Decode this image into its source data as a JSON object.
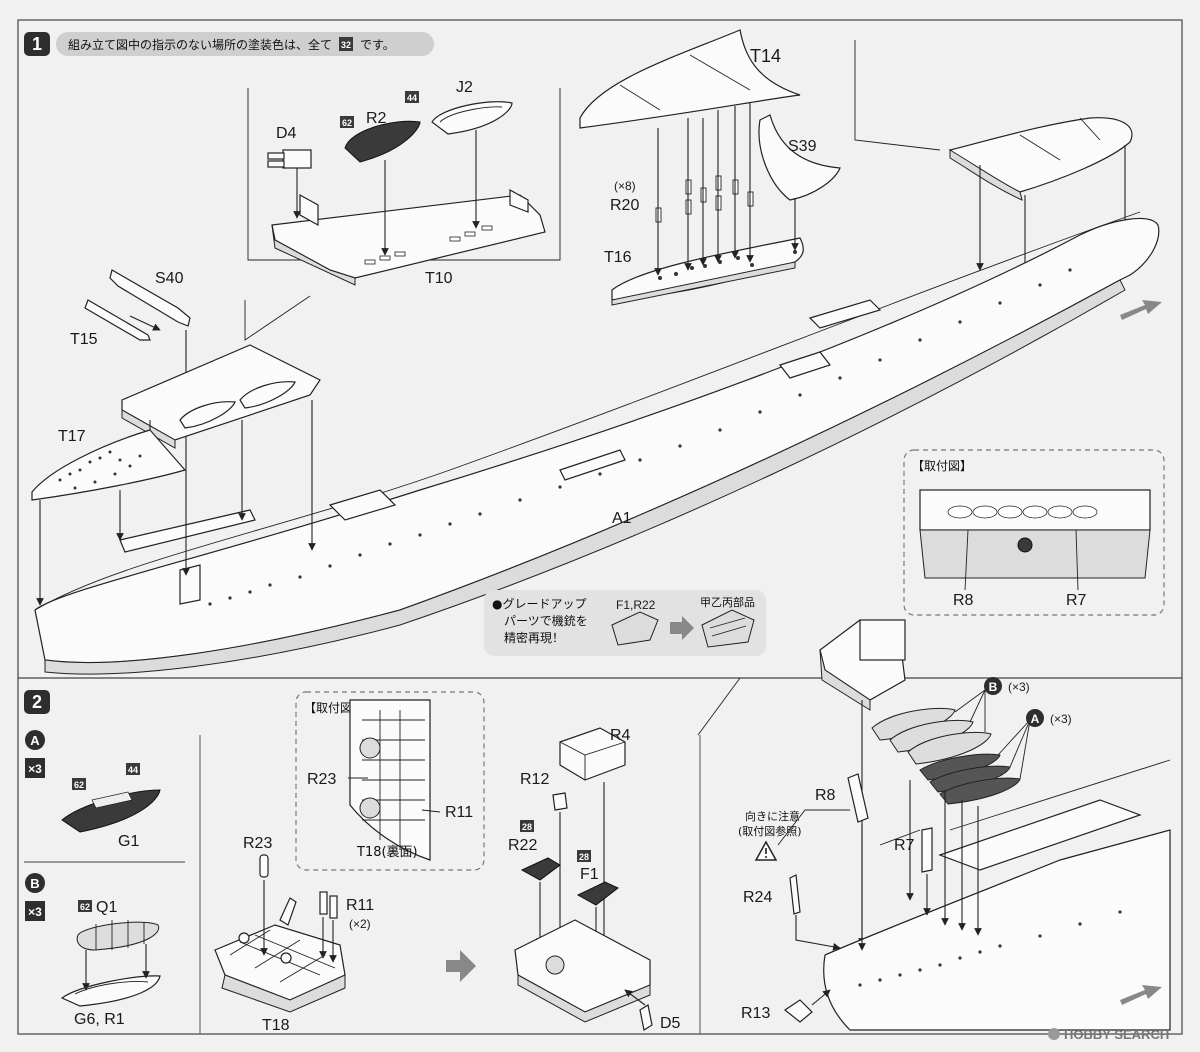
{
  "step1": {
    "number": "1",
    "instruction": "組み立て図中の指示のない場所の塗装色は、全て",
    "instruction_color": "32",
    "instruction_suffix": "です。"
  },
  "labels": {
    "T14": "T14",
    "S39": "S39",
    "R20": "R20",
    "x8": "(×8)",
    "T16": "T16",
    "D4": "D4",
    "R2": "R2",
    "J2": "J2",
    "T10": "T10",
    "S40": "S40",
    "T15": "T15",
    "T17": "T17",
    "A1": "A1",
    "R8": "R8",
    "R7": "R7"
  },
  "color_badges": {
    "c62": "62",
    "c44": "44",
    "c28": "28"
  },
  "inset1": {
    "title": "【取付図】",
    "left": "R8",
    "right": "R7"
  },
  "callout": {
    "line1": "●グレードアップ",
    "line2": "パーツで機銃を",
    "line3": "精密再現！",
    "from": "F1,R22",
    "to": "甲乙丙部品"
  },
  "step2": {
    "number": "2",
    "A_badge": "A",
    "A_qty": "×3",
    "A_part": "G1",
    "B_badge": "B",
    "B_qty": "×3",
    "B_part1": "Q1",
    "B_parts": "G6, R1",
    "inset_title": "【取付図】",
    "inset_R23": "R23",
    "inset_R11": "R11",
    "inset_T18": "T18(裏面)",
    "R23": "R23",
    "R11": "R11",
    "R11_qty": "(×2)",
    "T18": "T18",
    "R4": "R4",
    "R12": "R12",
    "R22": "R22",
    "F1": "F1",
    "D5": "D5",
    "B3": "(×3)",
    "A3": "(×3)",
    "R8": "R8",
    "R7": "R7",
    "caution1": "向きに注意",
    "caution2": "(取付図参照)",
    "R24": "R24",
    "R13": "R13"
  },
  "watermark": "HOBBY SEARCH"
}
